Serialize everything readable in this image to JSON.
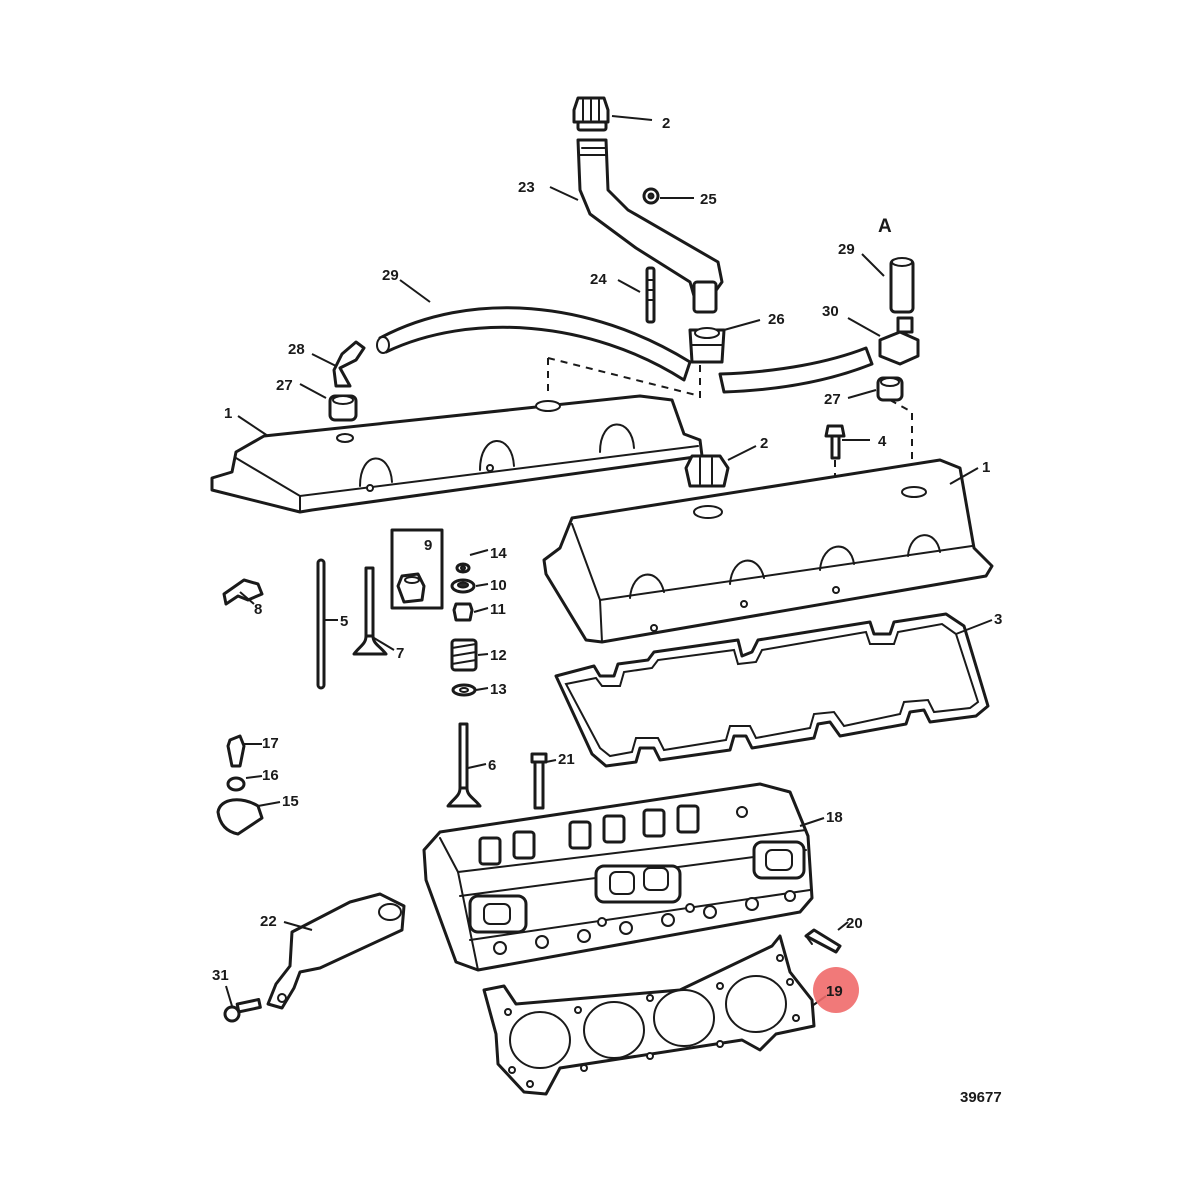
{
  "diagram": {
    "section_label": "A",
    "figure_number": "39677",
    "highlighted_part": "19",
    "highlight_color": "#f06a6a",
    "callouts": {
      "c2_cap": "2",
      "c23": "23",
      "c25": "25",
      "c29_left": "29",
      "c24": "24",
      "c26": "26",
      "c29_right": "29",
      "c30": "30",
      "c28": "28",
      "c27_left": "27",
      "c27_right": "27",
      "c4": "4",
      "c1_left": "1",
      "c2_cover": "2",
      "c1_right": "1",
      "c9": "9",
      "c14": "14",
      "c10": "10",
      "c11": "11",
      "c12": "12",
      "c13": "13",
      "c8": "8",
      "c5": "5",
      "c7": "7",
      "c3": "3",
      "c17": "17",
      "c16": "16",
      "c15": "15",
      "c6": "6",
      "c21": "21",
      "c18": "18",
      "c22": "22",
      "c20": "20",
      "c19": "19",
      "c31": "31"
    }
  }
}
